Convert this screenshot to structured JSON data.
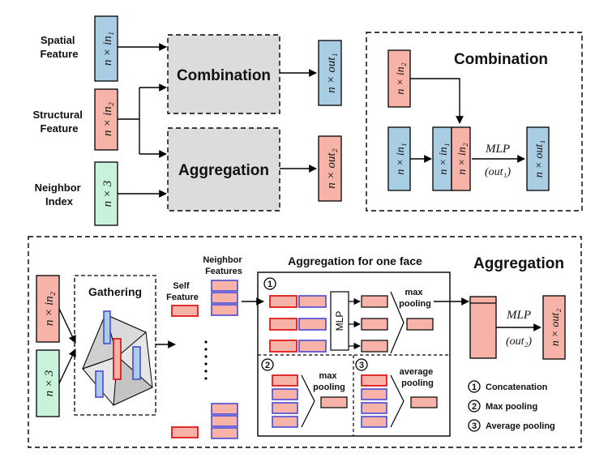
{
  "colors": {
    "blue": "#a9cde3",
    "pink": "#f7b3a8",
    "green": "#c9f2da",
    "gray_box": "#dcdcdc",
    "red_border": "#e01b1b",
    "blue_border": "#4a4ad6"
  },
  "top": {
    "inputs": {
      "spatial": [
        "Spatial",
        "Feature"
      ],
      "structural": [
        "Structural",
        "Feature"
      ],
      "neighbor": [
        "Neighbor",
        "Index"
      ]
    },
    "tensors": {
      "in1": "n × in₁",
      "in2": "n × in₂",
      "three": "n × 3",
      "out1": "n × out₁",
      "out2": "n × out₂"
    },
    "blocks": {
      "combination": "Combination",
      "aggregation": "Aggregation"
    }
  },
  "combination_panel": {
    "title": "Combination",
    "in2": "n × in₂",
    "in1": "n × in₁",
    "concat_in1": "n × in₁",
    "concat_in2": "n × in₂",
    "mlp": "MLP",
    "mlp_param": "(out₁)",
    "out1": "n × out₁"
  },
  "aggregation_panel": {
    "title": "Aggregation",
    "in2": "n × in₂",
    "three": "n × 3",
    "gathering": "Gathering",
    "self_feature": [
      "Self",
      "Feature"
    ],
    "neighbor_features": [
      "Neighbor",
      "Features"
    ],
    "one_face_title": "Aggregation for one face",
    "mlp_box": "MLP",
    "max_pooling": [
      "max",
      "pooling"
    ],
    "average_pooling": [
      "average",
      "pooling"
    ],
    "step1": "1",
    "step2": "2",
    "step3": "3",
    "mlp": "MLP",
    "mlp_param": "(out₂)",
    "out2": "n × out₂",
    "legend": [
      {
        "num": "1",
        "label": "Concatenation"
      },
      {
        "num": "2",
        "label": "Max pooling"
      },
      {
        "num": "3",
        "label": "Average pooling"
      }
    ]
  }
}
